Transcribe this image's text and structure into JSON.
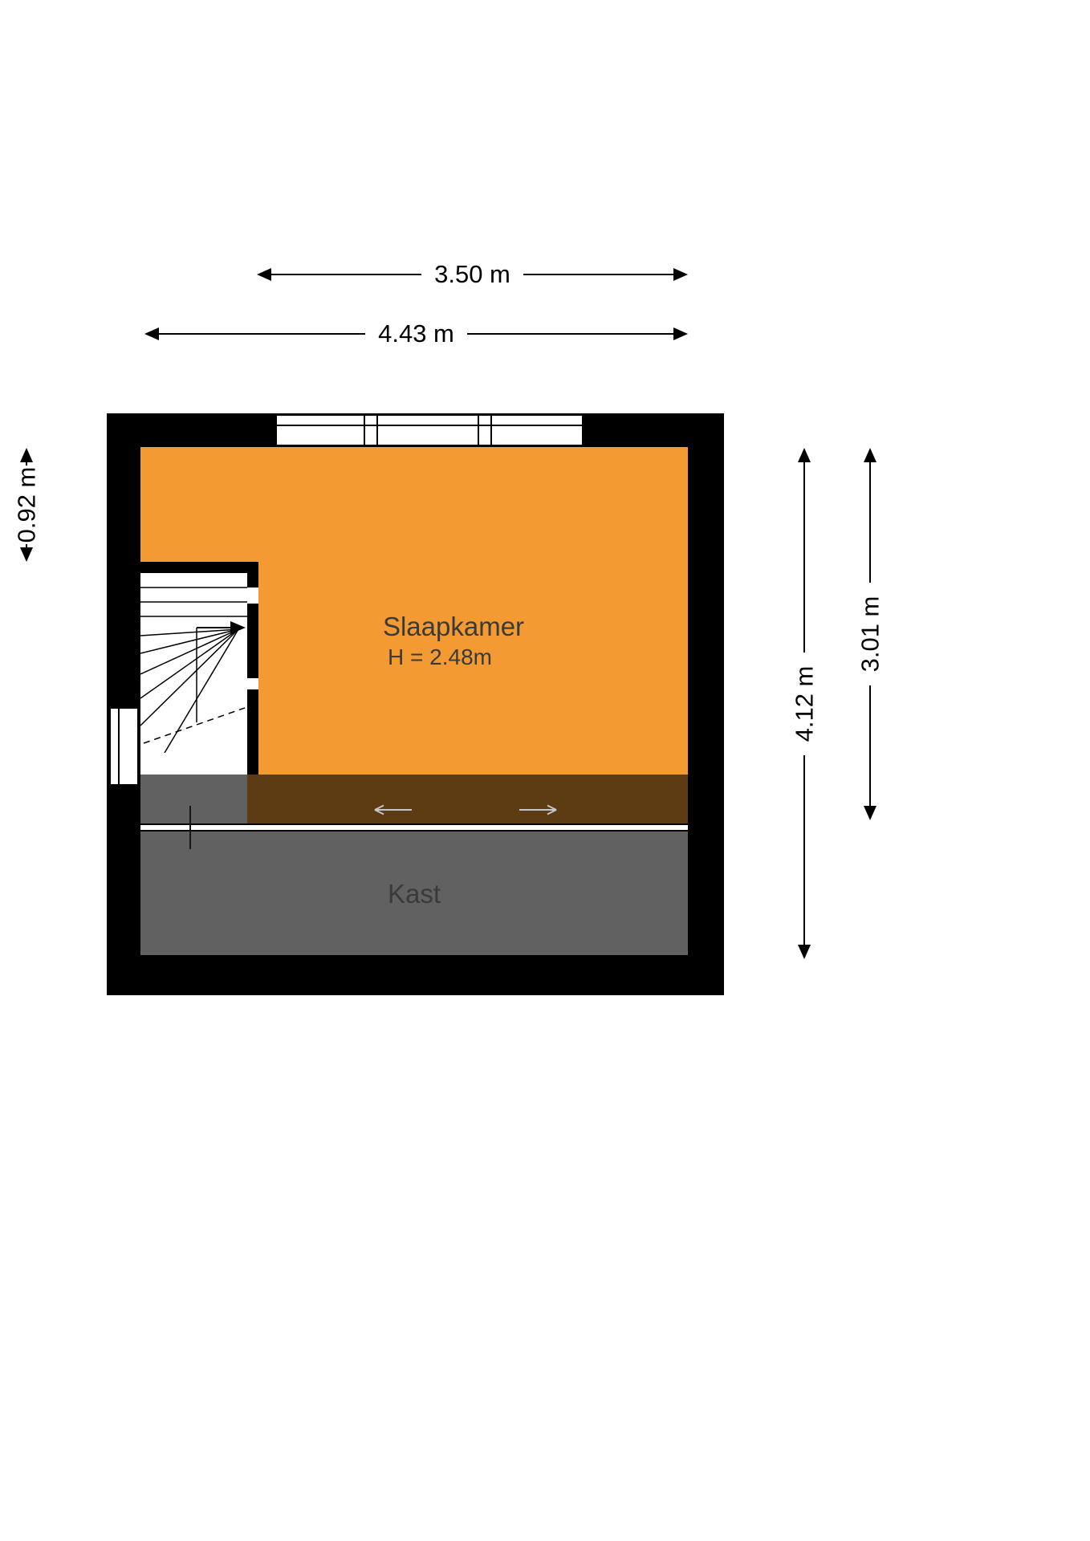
{
  "rooms": {
    "slaapkamer": {
      "label": "Slaapkamer",
      "ceiling_height": "H = 2.48m"
    },
    "kast": {
      "label": "Kast"
    }
  },
  "dimensions": {
    "width_inner": "3.50 m",
    "width_outer": "4.43 m",
    "stair_width": "0.92 m",
    "height_outer": "4.12 m",
    "height_inner": "3.01 m"
  },
  "colors": {
    "room_fill": "#F39B32",
    "wall": "#000000",
    "closet_overlay": "rgba(0, 0, 0, 0.62)",
    "label_text": "#3A3A3A",
    "dimension_text": "#000000",
    "background": "#FFFFFF"
  }
}
